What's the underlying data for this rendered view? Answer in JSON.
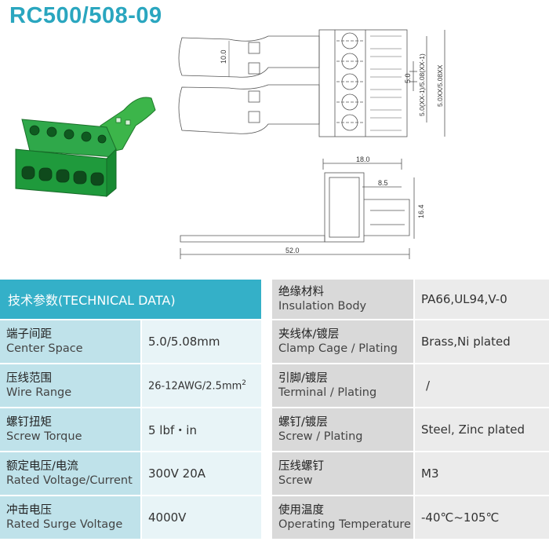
{
  "title": "RC500/508-09",
  "dimensions": {
    "pitch_10": "10.0",
    "pitch_5": "5.0",
    "pitch_xx1_a": "5.0(XX-1)/5.08(XX-1)",
    "pitch_xx": "5.0XX/5.08XX",
    "width_18": "18.0",
    "depth_85": "8.5",
    "height_164": "16.4",
    "length_52": "52.0"
  },
  "table": {
    "header": "技术参数(TECHNICAL DATA)",
    "left_rows": [
      {
        "zh": "端子间距",
        "en": "Center Space",
        "value": "5.0/5.08mm"
      },
      {
        "zh": "压线范围",
        "en": "Wire Range",
        "value": "26-12AWG/2.5mm",
        "sup": "2"
      },
      {
        "zh": "螺钉扭矩",
        "en": "Screw Torque",
        "value": "5 lbf・in"
      },
      {
        "zh": "额定电压/电流",
        "en": "Rated Voltage/Current",
        "value": "300V 20A"
      },
      {
        "zh": "冲击电压",
        "en": "Rated Surge Voltage",
        "value": "4000V"
      }
    ],
    "right_rows": [
      {
        "zh": "绝缘材料",
        "en": "Insulation Body",
        "value": "PA66,UL94,V-0"
      },
      {
        "zh": "夹线体/镀层",
        "en": "Clamp Cage / Plating",
        "value": "Brass,Ni plated"
      },
      {
        "zh": "引脚/镀层",
        "en": "Terminal / Plating",
        "value": "/"
      },
      {
        "zh": "螺钉/镀层",
        "en": "Screw / Plating",
        "value": "Steel, Zinc plated"
      },
      {
        "zh": "压线螺钉",
        "en": "Screw",
        "value": "M3"
      },
      {
        "zh": "使用温度",
        "en": "Operating Temperature",
        "value": "-40℃~105℃"
      }
    ]
  }
}
